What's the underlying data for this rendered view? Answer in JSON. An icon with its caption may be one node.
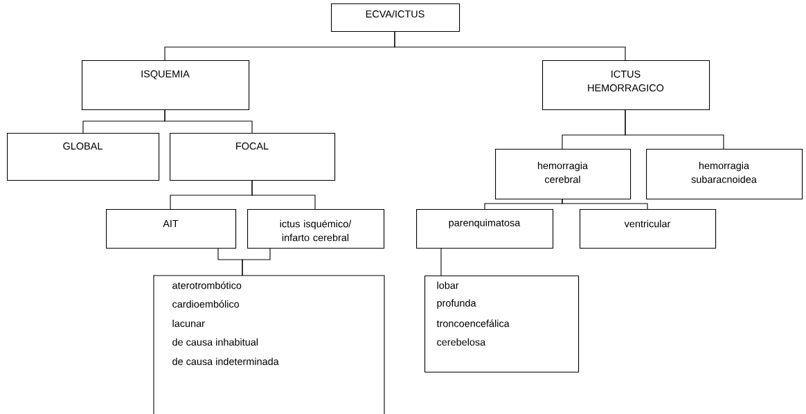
{
  "diagram": {
    "nodes": [
      {
        "text": [
          "ECVA/ICTUS"
        ]
      },
      {
        "text": [
          "ISQUEMIA"
        ]
      },
      {
        "text": [
          "ICTUS HEMORRAGICO"
        ]
      },
      {
        "text": [
          "GLOBAL"
        ]
      },
      {
        "text": [
          "FOCAL"
        ]
      },
      {
        "text": [
          "hemorragia cerebral"
        ]
      },
      {
        "text": [
          "hemorragia subaracnoidea"
        ]
      },
      {
        "text": [
          "AIT"
        ]
      },
      {
        "text": [
          "ictus isquémico/ infarto cerebral"
        ]
      },
      {
        "text": [
          "parenquimatosa"
        ]
      },
      {
        "text": [
          "ventricular"
        ]
      },
      {
        "text": [
          "aterotrombótico",
          "cardioembólico",
          "lacunar",
          "de causa inhabitual",
          "de causa indeterminada"
        ]
      },
      {
        "text": [
          "lobar",
          "profunda",
          "troncoencefálica",
          "cerebelosa"
        ]
      }
    ],
    "edges": [
      {
        "from": 0,
        "to": 1,
        "arrow": "none"
      },
      {
        "from": 0,
        "to": 2,
        "arrow": "none"
      },
      {
        "from": 1,
        "to": 3,
        "arrow": "none"
      },
      {
        "from": 1,
        "to": 4,
        "arrow": "none"
      },
      {
        "from": 2,
        "to": 5,
        "arrow": "none"
      },
      {
        "from": 2,
        "to": 6,
        "arrow": "none"
      },
      {
        "from": 4,
        "to": 7,
        "arrow": "none"
      },
      {
        "from": 4,
        "to": 8,
        "arrow": "none"
      },
      {
        "from": 5,
        "to": 9,
        "arrow": "none"
      },
      {
        "from": 5,
        "to": 10,
        "arrow": "none"
      },
      {
        "from": 7,
        "to": 11,
        "arrow": "none"
      },
      {
        "from": 8,
        "to": 11,
        "arrow": "none"
      },
      {
        "from": 9,
        "to": 12,
        "arrow": "none"
      }
    ]
  }
}
